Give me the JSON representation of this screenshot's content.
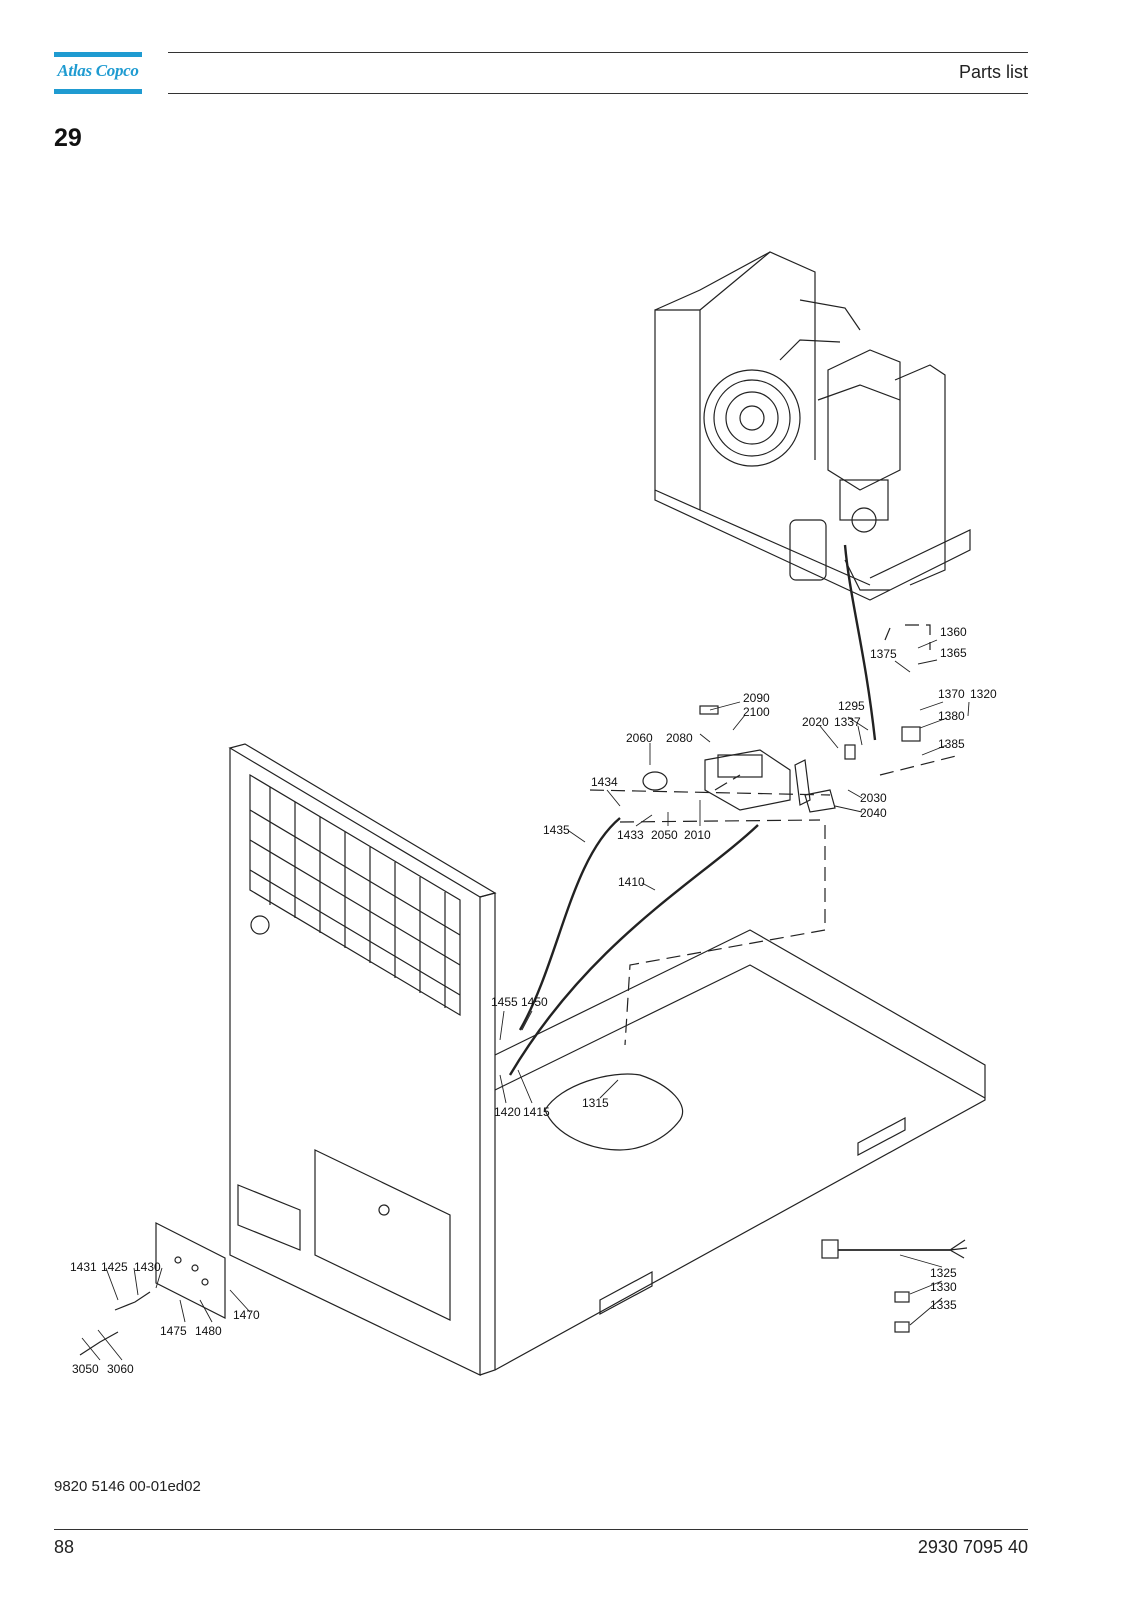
{
  "header": {
    "brand": "Atlas Copco",
    "title": "Parts list"
  },
  "section": {
    "number": "29"
  },
  "callouts": {
    "c1360": "1360",
    "c1365": "1365",
    "c1375": "1375",
    "c1370": "1370",
    "c1320": "1320",
    "c1380": "1380",
    "c1385": "1385",
    "c1295": "1295",
    "c2020": "2020",
    "c1337": "1337",
    "c2030": "2030",
    "c2040": "2040",
    "c2090": "2090",
    "c2100": "2100",
    "c2060": "2060",
    "c2080": "2080",
    "c1434": "1434",
    "c1433": "1433",
    "c2050": "2050",
    "c2010": "2010",
    "c1435": "1435",
    "c1410": "1410",
    "c1455": "1455",
    "c1450": "1450",
    "c1420": "1420",
    "c1415": "1415",
    "c1315": "1315",
    "c1431": "1431",
    "c1425": "1425",
    "c1430": "1430",
    "c1470": "1470",
    "c1475": "1475",
    "c1480": "1480",
    "c3050": "3050",
    "c3060": "3060",
    "c1325": "1325",
    "c1330": "1330",
    "c1335": "1335"
  },
  "footer": {
    "doc_code": "9820 5146 00-01ed02",
    "page_number": "88",
    "part_number": "2930 7095 40"
  }
}
